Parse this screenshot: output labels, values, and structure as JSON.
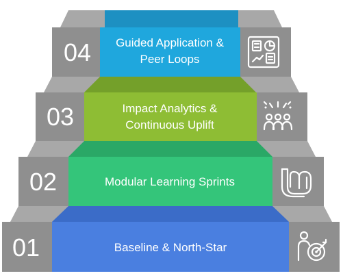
{
  "steps": [
    {
      "number": "01",
      "label_lines": [
        "Baseline & North-Star"
      ],
      "color": "#4a7fe0",
      "icon": "target-person-icon"
    },
    {
      "number": "02",
      "label_lines": [
        "Modular Learning Sprints"
      ],
      "color": "#34c57a",
      "icon": "linux-mint-logo-icon"
    },
    {
      "number": "03",
      "label_lines": [
        "Impact Analytics &",
        "Continuous Uplift"
      ],
      "color": "#8ebd34",
      "icon": "team-celebration-icon"
    },
    {
      "number": "04",
      "label_lines": [
        "Guided Application &",
        "Peer Loops"
      ],
      "color": "#1fa7dd",
      "icon": "dashboard-report-icon"
    }
  ],
  "colors": {
    "step_gray": "#8f8f8f",
    "step_gray_dark": "#7d7d7d",
    "step_gray_light": "#a8a8a8",
    "text": "#ffffff"
  }
}
